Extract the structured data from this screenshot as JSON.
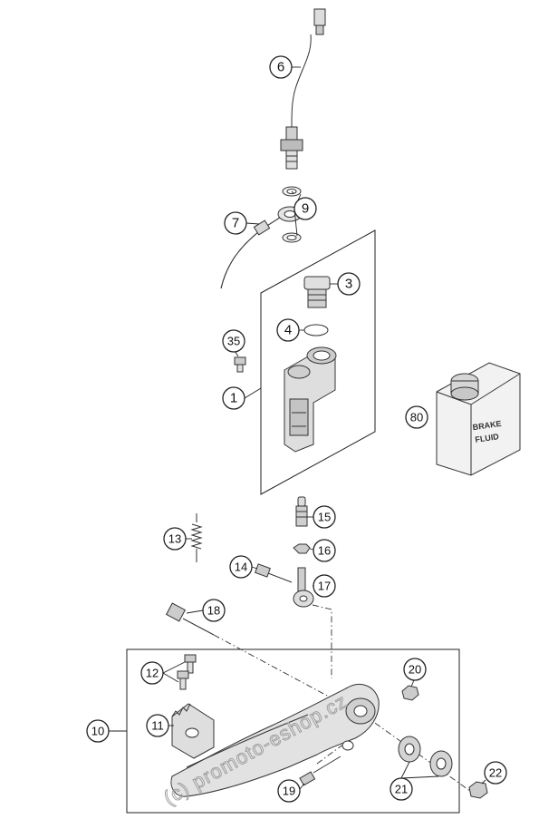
{
  "callouts": {
    "c1": "1",
    "c3": "3",
    "c4": "4",
    "c6": "6",
    "c7": "7",
    "c9": "9",
    "c10": "10",
    "c11": "11",
    "c12": "12",
    "c13": "13",
    "c14": "14",
    "c15": "15",
    "c16": "16",
    "c17": "17",
    "c18": "18",
    "c19": "19",
    "c20": "20",
    "c21": "21",
    "c22": "22",
    "c35": "35",
    "c80": "80"
  },
  "bottle": {
    "line1": "BRAKE",
    "line2": "FLUID"
  },
  "watermark": "(c) promoto-eshop.cz"
}
